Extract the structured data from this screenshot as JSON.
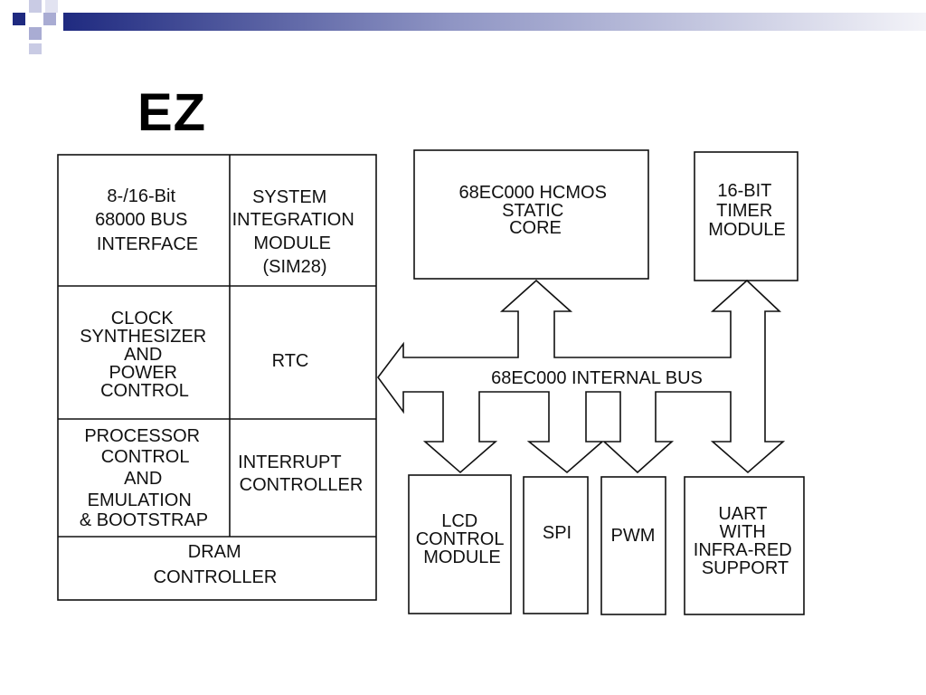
{
  "slide": {
    "title": "EZ"
  },
  "diagram": {
    "left_blocks": [
      {
        "id": "bus-interface",
        "lines": [
          "8-/16-Bit",
          "68000 BUS",
          "INTERFACE"
        ]
      },
      {
        "id": "sim28",
        "lines": [
          "SYSTEM",
          "INTEGRATION",
          "MODULE",
          "(SIM28)"
        ]
      },
      {
        "id": "clock",
        "lines": [
          "CLOCK",
          "SYNTHESIZER",
          "AND",
          "POWER",
          "CONTROL"
        ]
      },
      {
        "id": "rtc",
        "lines": [
          "RTC"
        ]
      },
      {
        "id": "processor-control",
        "lines": [
          "PROCESSOR",
          "CONTROL",
          "AND",
          "EMULATION",
          "& BOOTSTRAP"
        ]
      },
      {
        "id": "interrupt",
        "lines": [
          "INTERRUPT",
          "CONTROLLER"
        ]
      },
      {
        "id": "dram",
        "lines": [
          "DRAM",
          "CONTROLLER"
        ]
      }
    ],
    "core": {
      "lines": [
        "68EC000 HCMOS",
        "STATIC",
        "CORE"
      ]
    },
    "timer": {
      "lines": [
        "16-BIT",
        "TIMER",
        "MODULE"
      ]
    },
    "bus_label": "68EC000 INTERNAL BUS",
    "bottom_blocks": [
      {
        "id": "lcd",
        "lines": [
          "LCD",
          "CONTROL",
          "MODULE"
        ]
      },
      {
        "id": "spi",
        "lines": [
          "SPI"
        ]
      },
      {
        "id": "pwm",
        "lines": [
          "PWM"
        ]
      },
      {
        "id": "uart",
        "lines": [
          "UART",
          "WITH",
          "INFRA-RED",
          "SUPPORT"
        ]
      }
    ]
  },
  "colors": {
    "header_start": "#1f2a80",
    "header_mid": "#8f95c4",
    "header_end": "#f3f3f8",
    "square_dark": "#1f2a80",
    "square_light": "#a9acd3",
    "line": "#111111"
  }
}
